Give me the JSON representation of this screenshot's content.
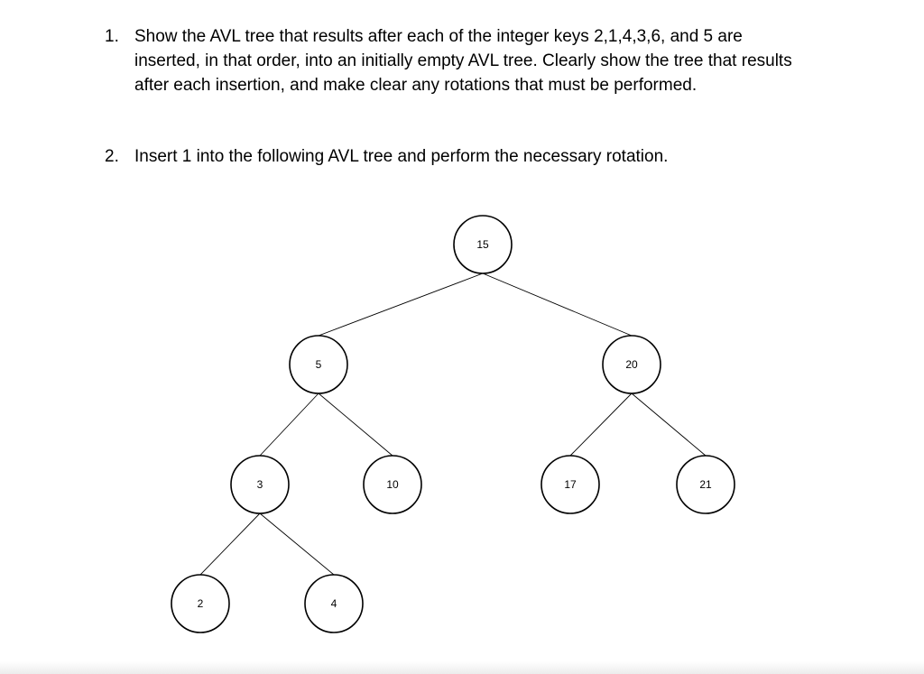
{
  "questions": [
    {
      "number": "1.",
      "lines": [
        "Show the AVL tree that results after each of the integer keys 2,1,4,3,6, and 5 are",
        "inserted, in that order, into an initially empty AVL tree. Clearly show the tree that results",
        "after each insertion, and make clear any rotations that must be performed."
      ]
    },
    {
      "number": "2.",
      "lines": [
        "Insert 1 into the following AVL tree and perform the necessary rotation."
      ]
    }
  ],
  "tree": {
    "nodes": [
      {
        "id": "n15",
        "label": "15"
      },
      {
        "id": "n5",
        "label": "5"
      },
      {
        "id": "n20",
        "label": "20"
      },
      {
        "id": "n3",
        "label": "3"
      },
      {
        "id": "n10",
        "label": "10"
      },
      {
        "id": "n17",
        "label": "17"
      },
      {
        "id": "n21",
        "label": "21"
      },
      {
        "id": "n2",
        "label": "2"
      },
      {
        "id": "n4",
        "label": "4"
      }
    ],
    "edges": [
      [
        "n15",
        "n5"
      ],
      [
        "n15",
        "n20"
      ],
      [
        "n5",
        "n3"
      ],
      [
        "n5",
        "n10"
      ],
      [
        "n20",
        "n17"
      ],
      [
        "n20",
        "n21"
      ],
      [
        "n3",
        "n2"
      ],
      [
        "n3",
        "n4"
      ]
    ]
  }
}
